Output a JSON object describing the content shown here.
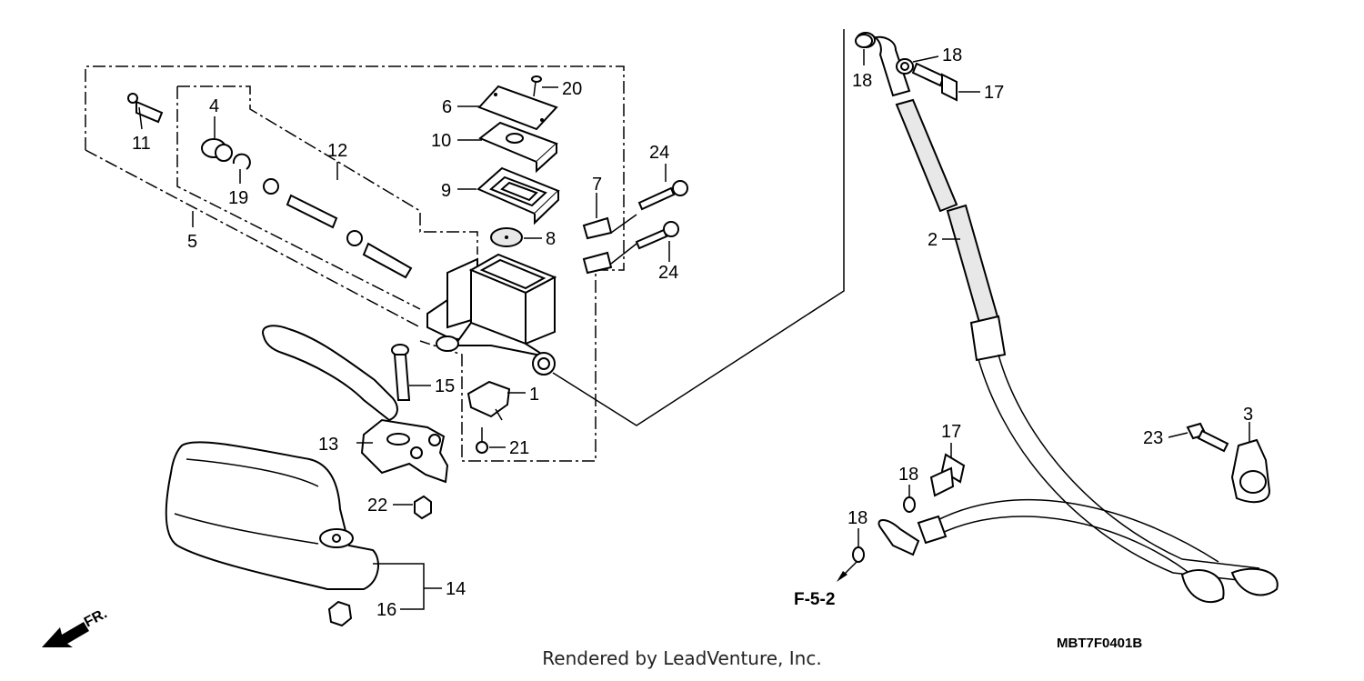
{
  "diagram": {
    "callouts": [
      "1",
      "2",
      "3",
      "4",
      "5",
      "6",
      "7",
      "8",
      "9",
      "10",
      "11",
      "12",
      "13",
      "14",
      "15",
      "16",
      "17",
      "17",
      "18",
      "18",
      "18",
      "18",
      "19",
      "20",
      "21",
      "22",
      "23",
      "24",
      "24"
    ],
    "section_ref": "F-5-2",
    "front_marker": "FR.",
    "diagram_code": "MBT7F0401B",
    "credit": "Rendered by LeadVenture, Inc."
  }
}
